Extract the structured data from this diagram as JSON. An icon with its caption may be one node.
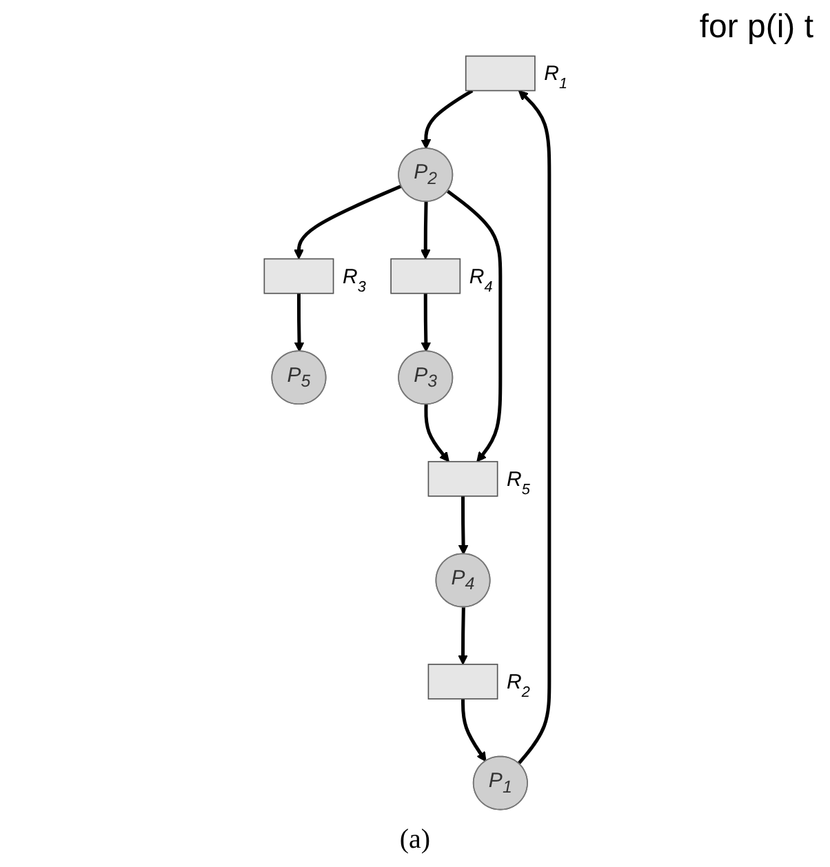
{
  "diagram": {
    "caption": "(a)",
    "nodes": [
      {
        "text": [
          "P$_{5}$"
        ]
      },
      {
        "text": [],
        "shape": "box",
        "beside": [
          "R$_{1}$"
        ]
      },
      {
        "text": [],
        "shape": "box",
        "beside": [
          "R$_{3}$"
        ]
      },
      {
        "text": [],
        "shape": "box",
        "beside": [
          "R$_{4}$"
        ]
      },
      {
        "text": [
          "P$_{1}$"
        ]
      },
      {
        "text": [
          "P$_{2}$"
        ]
      },
      {
        "text": [
          "P$_{3}$"
        ]
      },
      {
        "text": [],
        "shape": "box",
        "beside": [
          "R$_{2}$"
        ]
      },
      {
        "text": [
          "P$_{4}$"
        ]
      },
      {
        "text": [],
        "shape": "box",
        "beside": [
          "R$_{5}$"
        ]
      }
    ],
    "edges": [
      {
        "from": 2,
        "to": 0,
        "arrow": "to"
      },
      {
        "from": 5,
        "to": 2,
        "arrow": "to"
      },
      {
        "from": 1,
        "to": 5,
        "arrow": "to"
      },
      {
        "from": 5,
        "to": 3,
        "arrow": "to"
      },
      {
        "from": 3,
        "to": 6,
        "arrow": "to"
      },
      {
        "from": 6,
        "to": 9,
        "arrow": "to"
      },
      {
        "from": 5,
        "to": 9,
        "arrow": "to"
      },
      {
        "from": 9,
        "to": 8,
        "arrow": "to"
      },
      {
        "from": 8,
        "to": 7,
        "arrow": "to"
      },
      {
        "from": 7,
        "to": 4,
        "arrow": "to"
      },
      {
        "from": 4,
        "to": 1,
        "arrow": "to"
      }
    ],
    "labels": [
      "for p(i) t"
    ]
  }
}
